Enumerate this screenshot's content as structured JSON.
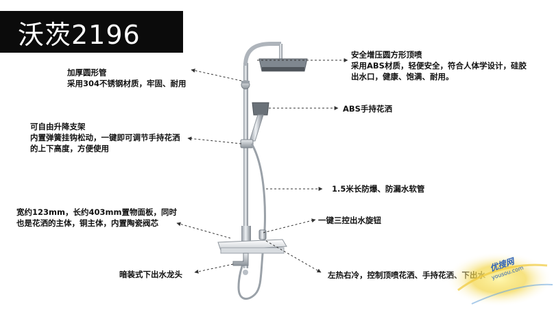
{
  "title": "沃茨2196",
  "annotations": {
    "top_spray": [
      "安全增压圆方形顶喷",
      "采用ABS材质，轻便安全，符合人体学设计，硅胶",
      "出水口，健康、饱满、耐用。"
    ],
    "pipe": [
      "加厚圆形管",
      "采用304不锈钢材质，牢固、耐用"
    ],
    "hand_shower": [
      "ABS手持花洒"
    ],
    "bracket": [
      "可自由升降支架",
      "内置弹簧挂钩松动，一键即可调节手持花洒",
      "的上下高度，方便使用"
    ],
    "hose": [
      "1.5米长防爆、防漏水软管"
    ],
    "shelf": [
      "宽约123mm，长约403mm置物面板，同时",
      "也是花洒的主体，铜主体，内置陶瓷阀芯"
    ],
    "knob": [
      "一键三控出水旋钮"
    ],
    "faucet": [
      "暗装式下出水龙头"
    ],
    "temperature": [
      "左热右冷，控制顶喷花洒、手持花洒、下出水"
    ]
  },
  "watermark": {
    "text": "优搜网",
    "url": "yousou.com"
  },
  "colors": {
    "title_bg": "#0b0b0b",
    "title_fg": "#ffffff",
    "chrome": "#b9bfc6",
    "arrow": "#333333",
    "watermark_blue": "#2f63b8",
    "watermark_glow": "#f3d64a"
  }
}
